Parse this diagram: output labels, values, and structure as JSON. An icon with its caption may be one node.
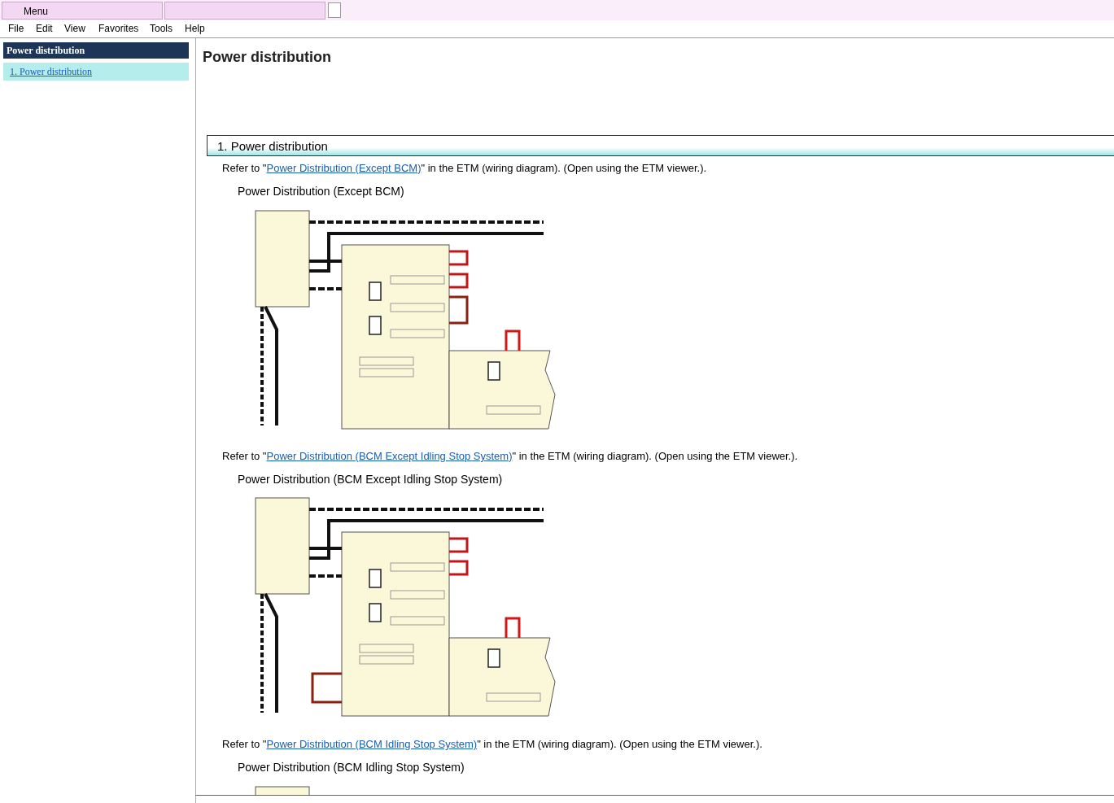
{
  "diagram": {
    "title": "Power distribution",
    "labels": [
      "Menu",
      "File",
      "Edit",
      "View",
      "Favorites",
      "Tools",
      "Help",
      "Power distribution",
      "1. Power distribution",
      "1. Power distribution",
      "Refer to \"",
      "Power Distribution (Except BCM)",
      "\" in the ETM (wiring diagram). (Open using the ETM viewer.).",
      "Power Distribution (Except BCM)",
      "Refer to \"",
      "Power Distribution (BCM Except Idling Stop System)",
      "\" in the ETM (wiring diagram). (Open using the ETM viewer.).",
      "Power Distribution (BCM Except Idling Stop System)",
      "Refer to \"",
      "Power Distribution (BCM Idling Stop System)",
      "\" in the ETM (wiring diagram). (Open using the ETM viewer.).",
      "Power Distribution (BCM Idling Stop System)"
    ]
  }
}
